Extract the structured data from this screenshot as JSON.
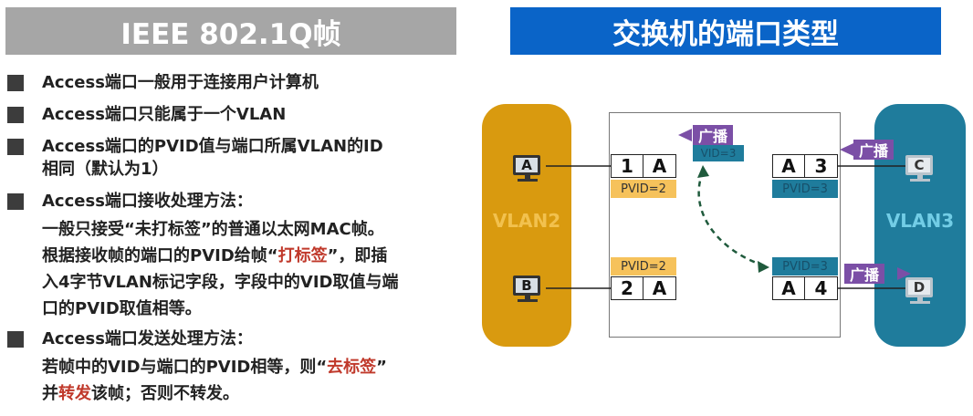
{
  "left_title": "IEEE 802.1Q帧",
  "right_title": "交换机的端口类型",
  "bullets": [
    {
      "text": "Access端口一般用于连接用户计算机"
    },
    {
      "text": "Access端口只能属于一个VLAN"
    },
    {
      "line1": "Access端口的PVID值与端口所属VLAN的ID",
      "line2": "相同（默认为1）"
    },
    {
      "text": "Access端口接收处理方法："
    },
    {
      "text": "Access端口发送处理方法："
    }
  ],
  "receive": {
    "line1": "一般只接受“未打标签”的普通以太网MAC帧。",
    "line2a": "根据接收帧的端口的PVID给帧“",
    "line2red": "打标签",
    "line2b": "”，即插",
    "line3": "入4字节VLAN标记字段，字段中的VID取值与端",
    "line4": "口的PVID取值相等。"
  },
  "send": {
    "line1a": "若帧中的VID与端口的PVID相等，则“",
    "line1red": "去标签",
    "line1b": "”",
    "line2a": "并",
    "line2red": "转发",
    "line2b": "该帧；否则不转发。"
  },
  "diagram": {
    "vlan2_label": "VLAN2",
    "vlan3_label": "VLAN3",
    "hosts": {
      "a": "A",
      "b": "B",
      "c": "C",
      "d": "D"
    },
    "ports": {
      "p1": {
        "num": "1",
        "type": "A",
        "pvid": "PVID=2"
      },
      "p2": {
        "num": "2",
        "type": "A",
        "pvid": "PVID=2"
      },
      "p3": {
        "num": "3",
        "type": "A",
        "pvid": "PVID=3"
      },
      "p4": {
        "num": "4",
        "type": "A",
        "pvid": "PVID=3"
      }
    },
    "broadcast": "广播",
    "vid": "VID=3",
    "colors": {
      "vlan2": "#d99a0f",
      "vlan3": "#1f7c9c",
      "tag": "#7b4fa6",
      "highlight": "#c0392b"
    }
  }
}
